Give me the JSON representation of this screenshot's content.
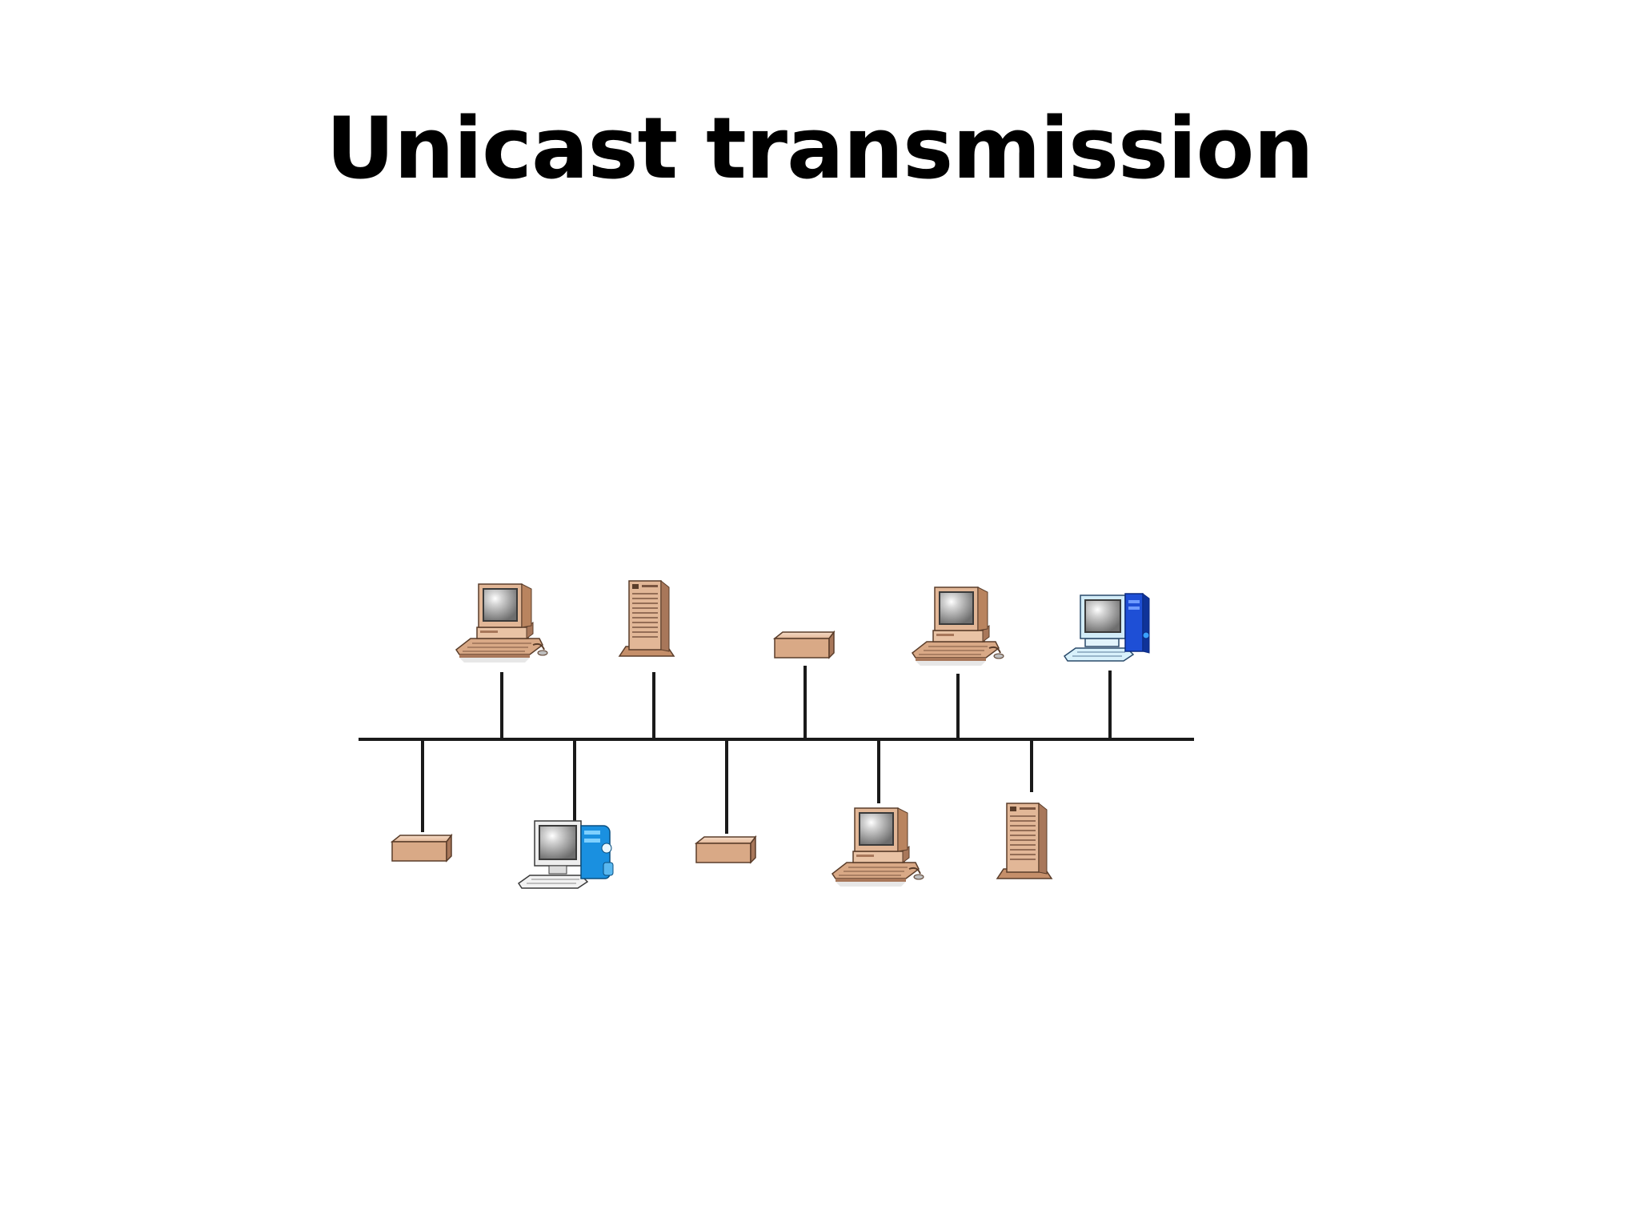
{
  "slide": {
    "title": "Unicast transmission"
  },
  "network": {
    "topology": "bus",
    "line_color": "#1a1a1a",
    "colors": {
      "beige": "#d9a986",
      "beige_light": "#f0cdb4",
      "beige_dark": "#a8775a",
      "screen_gray": "#8f8f8f",
      "blue": "#1e4fd6",
      "cyan_blue": "#1a90e0",
      "light_cyan": "#cdeefa"
    },
    "top_devices": [
      {
        "type": "desktop-pc",
        "icon": "desktop-computer-icon"
      },
      {
        "type": "tower-server",
        "icon": "tower-server-icon"
      },
      {
        "type": "network-device",
        "icon": "network-box-icon"
      },
      {
        "type": "desktop-pc",
        "icon": "desktop-computer-icon"
      },
      {
        "type": "workstation-blue",
        "icon": "blue-workstation-icon"
      }
    ],
    "bottom_devices": [
      {
        "type": "network-device",
        "icon": "network-box-icon"
      },
      {
        "type": "workstation-cyan",
        "icon": "cyan-workstation-icon"
      },
      {
        "type": "network-device",
        "icon": "network-box-icon"
      },
      {
        "type": "desktop-pc",
        "icon": "desktop-computer-icon"
      },
      {
        "type": "tower-server",
        "icon": "tower-server-icon"
      }
    ]
  }
}
